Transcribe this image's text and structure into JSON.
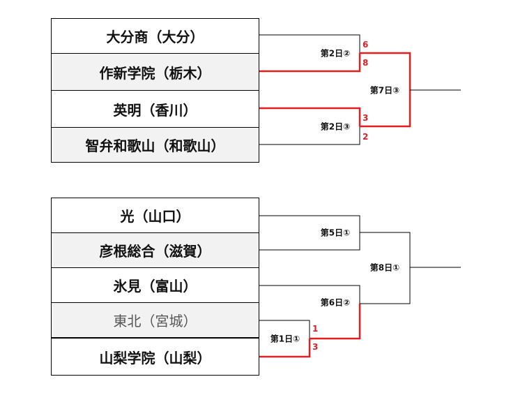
{
  "top_block": {
    "teams": [
      "大分商（大分）",
      "作新学院（栃木）",
      "英明（香川）",
      "智弁和歌山（和歌山）"
    ],
    "matches": {
      "m1": "第2日②",
      "m2": "第2日③",
      "final": "第7日③"
    },
    "scores": {
      "m1_top": "6",
      "m1_bottom": "8",
      "m2_top": "3",
      "m2_bottom": "2"
    }
  },
  "bottom_block": {
    "teams": [
      "光（山口）",
      "彦根総合（滋賀）",
      "氷見（富山）",
      "東北（宮城）",
      "山梨学院（山梨）"
    ],
    "matches": {
      "m1": "第5日①",
      "first_round": "第1日①",
      "m2": "第6日②",
      "final": "第8日①"
    },
    "scores": {
      "fr_top": "1",
      "fr_bottom": "3"
    }
  },
  "colors": {
    "winner_line": "#e02020",
    "line": "#000000",
    "shaded_row": "#f2f2f2"
  }
}
